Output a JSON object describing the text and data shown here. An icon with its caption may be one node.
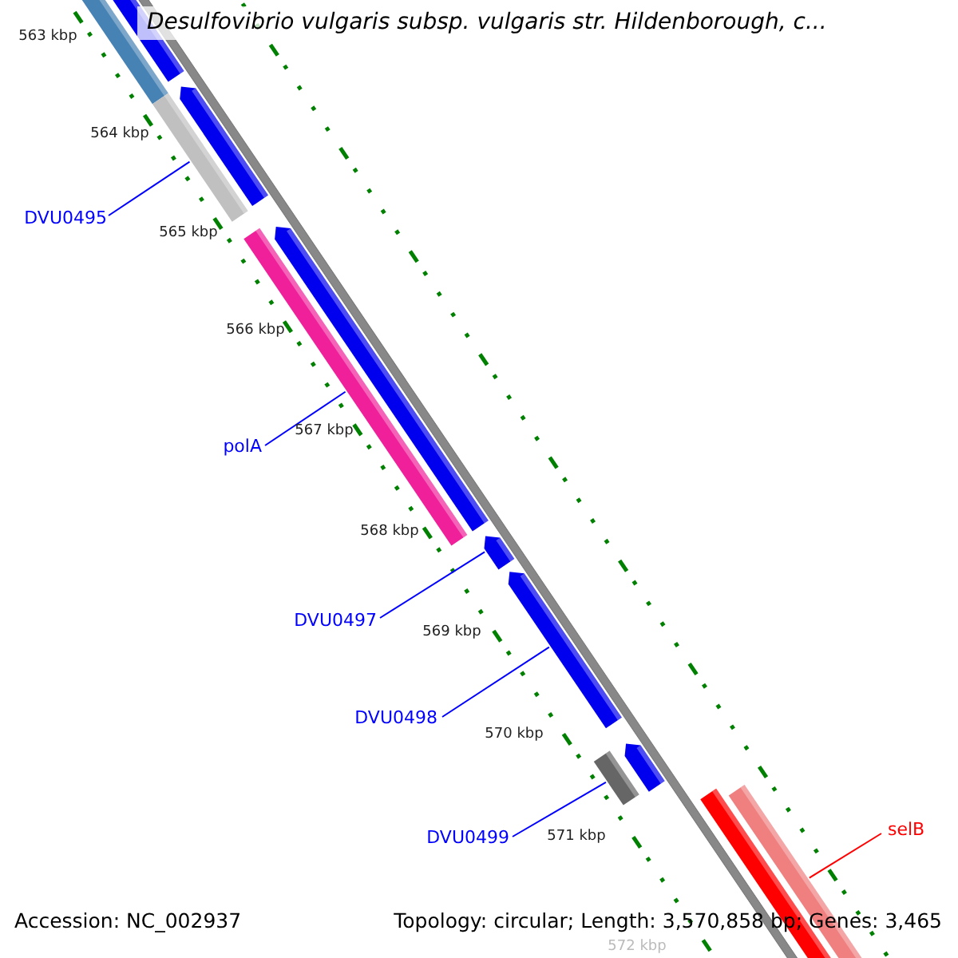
{
  "diagram": {
    "title": "Desulfovibrio vulgaris subsp. vulgaris str. Hildenborough, c...",
    "nodes": [
      {
        "text": [
          "DVU0495"
        ]
      },
      {
        "text": [],
        "shape": "bar"
      },
      {
        "text": [
          "polA"
        ]
      },
      {
        "text": [],
        "shape": "bar"
      },
      {
        "text": [
          "DVU0497"
        ]
      },
      {
        "text": [],
        "shape": "bar"
      },
      {
        "text": [
          "DVU0498"
        ]
      },
      {
        "text": [],
        "shape": "bar"
      },
      {
        "text": [
          "DVU0499"
        ]
      },
      {
        "text": [],
        "shape": "bar"
      },
      {
        "text": [
          "selB"
        ]
      },
      {
        "text": [],
        "shape": "bar"
      }
    ],
    "edges": [
      {
        "from": 0,
        "to": 1,
        "arrow": "none"
      },
      {
        "from": 2,
        "to": 3,
        "arrow": "none"
      },
      {
        "from": 4,
        "to": 5,
        "arrow": "none"
      },
      {
        "from": 6,
        "to": 7,
        "arrow": "none"
      },
      {
        "from": 8,
        "to": 9,
        "arrow": "none"
      },
      {
        "from": 10,
        "to": 11,
        "arrow": "none",
        "color": "#ff0000"
      }
    ],
    "labels": [
      "563 kbp",
      "564 kbp",
      "565 kbp",
      "566 kbp",
      "567 kbp",
      "568 kbp",
      "569 kbp",
      "570 kbp",
      "571 kbp",
      "572 kbp",
      "Accession: NC_002937",
      "Topology: circular; Length: 3,570,858 bp; Genes: 3,465"
    ]
  }
}
